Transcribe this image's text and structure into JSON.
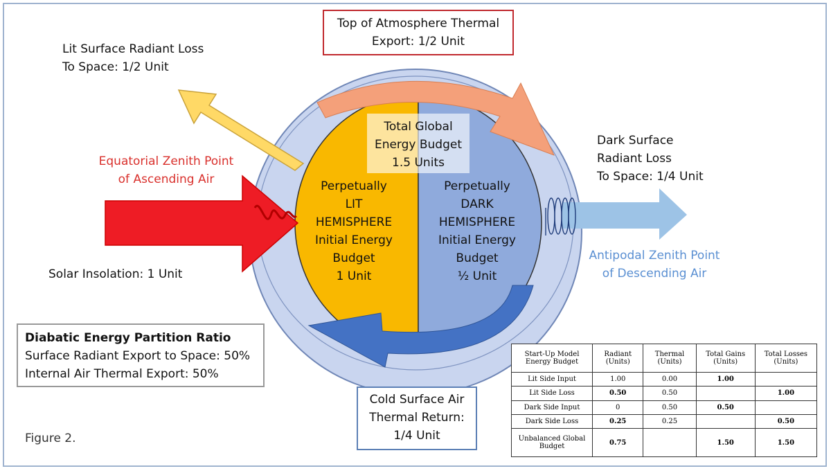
{
  "labels": {
    "toa_line1": "Top of Atmosphere Thermal",
    "toa_line2": "Export: 1/2 Unit",
    "lit_loss_line1": "Lit Surface Radiant Loss",
    "lit_loss_line2": "To Space: 1/2 Unit",
    "dark_loss_line1": "Dark Surface",
    "dark_loss_line2": "Radiant Loss",
    "dark_loss_line3": "To Space: 1/4 Unit",
    "eq_zenith_line1": "Equatorial Zenith Point",
    "eq_zenith_line2": "of Ascending Air",
    "antipodal_line1": "Antipodal Zenith Point",
    "antipodal_line2": "of Descending Air",
    "solar": "Solar Insolation: 1 Unit",
    "figure": "Figure 2.",
    "cold_line1": "Cold Surface Air",
    "cold_line2": "Thermal Return:",
    "cold_line3": "1/4 Unit"
  },
  "partition": {
    "title": "Diabatic Energy Partition Ratio",
    "line1": "Surface Radiant Export to Space: 50%",
    "line2": "Internal Air Thermal Export: 50%"
  },
  "budget": {
    "line1": "Total Global",
    "line2": "Energy Budget",
    "line3": "1.5 Units"
  },
  "lit_hemisphere": [
    "Perpetually",
    "LIT",
    "HEMISPHERE",
    "Initial Energy",
    "Budget",
    "1 Unit"
  ],
  "dark_hemisphere": [
    "Perpetually",
    "DARK",
    "HEMISPHERE",
    "Initial Energy",
    "Budget",
    "½ Unit"
  ],
  "table": {
    "header": [
      "Start-Up Model Energy Budget",
      "Radiant (Units)",
      "Thermal (Units)",
      "Total Gains (Units)",
      "Total Losses (Units)"
    ],
    "rows": [
      [
        "Lit Side Input",
        "1.00",
        "0.00",
        "1.00",
        ""
      ],
      [
        "Lit Side Loss",
        "0.50",
        "0.50",
        "",
        "1.00"
      ],
      [
        "Dark Side Input",
        "0",
        "0.50",
        "0.50",
        ""
      ],
      [
        "Dark Side Loss",
        "0.25",
        "0.25",
        "",
        "0.50"
      ],
      [
        "Unbalanced Global Budget",
        "0.75",
        "",
        "1.50",
        "1.50"
      ]
    ]
  },
  "colors": {
    "lit": "#f9b800",
    "dark": "#8faadc",
    "atmosphere": "#c9d5ef",
    "solar_arrow": "#ee1c25",
    "lit_loss_arrow": "#ffd966",
    "thermal_arrow": "#f4a07a",
    "dark_loss_arrow": "#9dc3e6",
    "return_arrow": "#4472c4"
  }
}
